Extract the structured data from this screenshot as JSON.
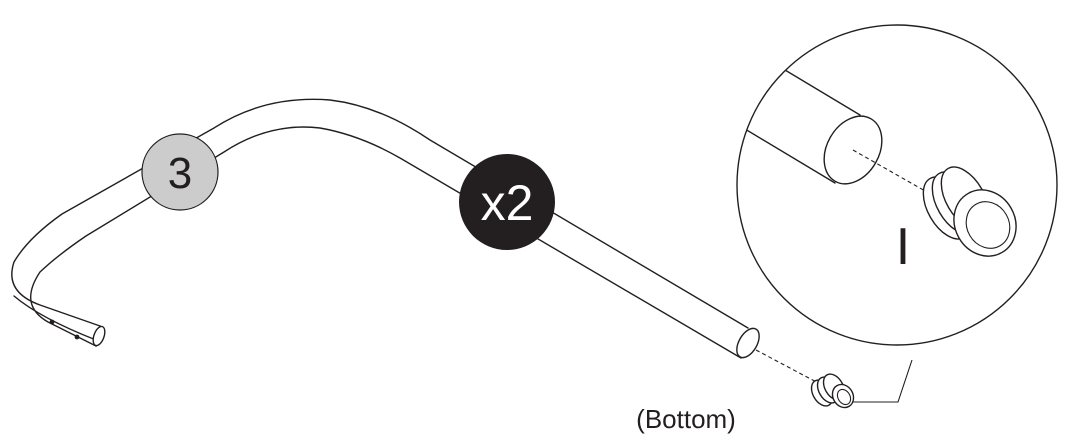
{
  "step": {
    "number": "3",
    "fill": "#cccccc"
  },
  "quantity": {
    "label": "x2",
    "fill": "#231f20",
    "text_color": "#ffffff"
  },
  "detail": {
    "part_letter": "I"
  },
  "caption": {
    "text": "(Bottom)"
  },
  "icons": [
    "bent-tube-part",
    "end-cap-plug",
    "magnifier-detail-circle"
  ]
}
